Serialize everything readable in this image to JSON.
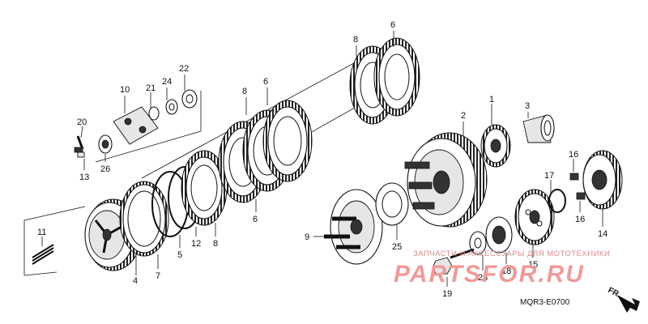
{
  "parts": {
    "p1": "1",
    "p2": "2",
    "p3": "3",
    "p4": "4",
    "p5": "5",
    "p6a": "6",
    "p6b": "6",
    "p6c": "6",
    "p7": "7",
    "p8a": "8",
    "p8b": "8",
    "p8c": "8",
    "p9": "9",
    "p10": "10",
    "p11": "11",
    "p12": "12",
    "p13": "13",
    "p14": "14",
    "p15": "15",
    "p16a": "16",
    "p16b": "16",
    "p17": "17",
    "p18": "18",
    "p19": "19",
    "p20": "20",
    "p21": "21",
    "p22": "22",
    "p23": "23",
    "p24": "24",
    "p25": "25",
    "p26": "26"
  },
  "watermark": {
    "subtitle": "ЗАПЧАСТИ И АКСЕССУАРЫ ДЛЯ МОТОТЕХНИКИ",
    "brand": "PARTSFOR.RU"
  },
  "diagram_code": "MQR3-E0700",
  "direction_label": "FR.",
  "colors": {
    "line": "#111111",
    "watermark": "#f09a9a"
  }
}
